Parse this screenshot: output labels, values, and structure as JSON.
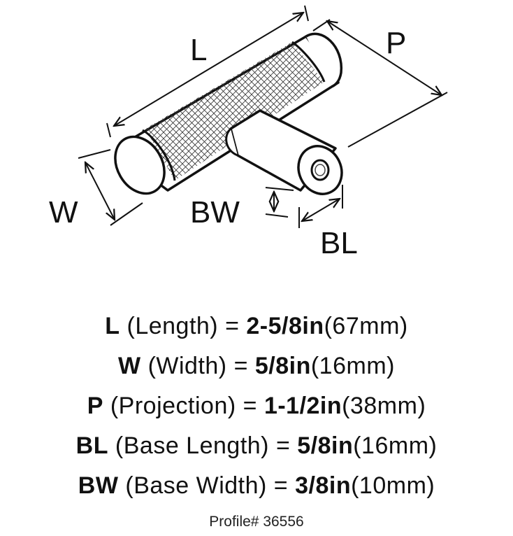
{
  "labels": {
    "L": "L",
    "P": "P",
    "W": "W",
    "BW": "BW",
    "BL": "BL"
  },
  "specs": [
    {
      "symbol": "L",
      "desc": " (Length) = ",
      "value": "2-5/8in",
      "metric": "(67mm)"
    },
    {
      "symbol": "W",
      "desc": " (Width) = ",
      "value": "5/8in",
      "metric": "(16mm)"
    },
    {
      "symbol": "P",
      "desc": " (Projection) = ",
      "value": "1-1/2in",
      "metric": "(38mm)"
    },
    {
      "symbol": "BL",
      "desc": " (Base Length) = ",
      "value": "5/8in",
      "metric": "(16mm)"
    },
    {
      "symbol": "BW",
      "desc": " (Base Width) = ",
      "value": "3/8in",
      "metric": "(10mm)"
    }
  ],
  "profile": "Profile# 36556"
}
